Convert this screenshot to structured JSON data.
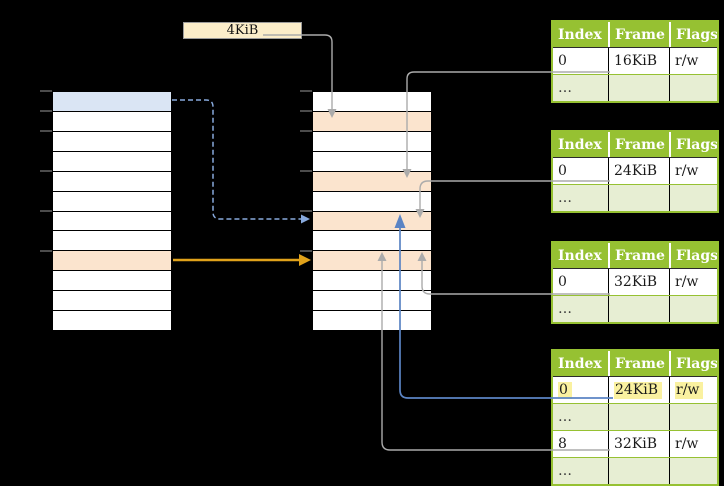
{
  "page_size_label": "4KiB",
  "memory_columns": {
    "left": {
      "rows": [
        "blue",
        "white",
        "white",
        "white",
        "white",
        "white",
        "white",
        "white",
        "orange",
        "white",
        "white",
        "white"
      ]
    },
    "middle": {
      "rows": [
        "white",
        "orange",
        "white",
        "white",
        "orange",
        "white",
        "orange",
        "white",
        "orange",
        "white",
        "white",
        "white"
      ]
    }
  },
  "page_tables": [
    {
      "headers": [
        "Index",
        "Frame",
        "Flags"
      ],
      "rows": [
        {
          "cells": [
            "0",
            "16KiB",
            "r/w"
          ],
          "shaded": false,
          "highlight": false
        },
        {
          "cells": [
            "…",
            "",
            ""
          ],
          "shaded": true,
          "highlight": false
        }
      ]
    },
    {
      "headers": [
        "Index",
        "Frame",
        "Flags"
      ],
      "rows": [
        {
          "cells": [
            "0",
            "24KiB",
            "r/w"
          ],
          "shaded": false,
          "highlight": false
        },
        {
          "cells": [
            "…",
            "",
            ""
          ],
          "shaded": true,
          "highlight": false
        }
      ]
    },
    {
      "headers": [
        "Index",
        "Frame",
        "Flags"
      ],
      "rows": [
        {
          "cells": [
            "0",
            "32KiB",
            "r/w"
          ],
          "shaded": false,
          "highlight": false
        },
        {
          "cells": [
            "…",
            "",
            ""
          ],
          "shaded": true,
          "highlight": false
        }
      ]
    },
    {
      "headers": [
        "Index",
        "Frame",
        "Flags"
      ],
      "rows": [
        {
          "cells": [
            "0",
            "24KiB",
            "r/w"
          ],
          "shaded": false,
          "highlight": true
        },
        {
          "cells": [
            "…",
            "",
            ""
          ],
          "shaded": true,
          "highlight": false
        },
        {
          "cells": [
            "8",
            "32KiB",
            "r/w"
          ],
          "shaded": false,
          "highlight": false
        },
        {
          "cells": [
            "…",
            "",
            ""
          ],
          "shaded": true,
          "highlight": false
        }
      ]
    }
  ],
  "colors": {
    "background": "#000000",
    "white": "#FFFFFF",
    "blue": "#DAE5F4",
    "orange": "#FBE4CE",
    "cream": "#FBEDC9",
    "table_green": "#96C132",
    "row_green": "#E7EED3",
    "highlight": "#FAF1A0",
    "line_gray": "#ABABAB",
    "arrow_orange": "#E0A21B",
    "arrow_blue": "#5B84C4",
    "dash_blue": "#87A9DC",
    "tick_gray": "#7F7F7F"
  }
}
